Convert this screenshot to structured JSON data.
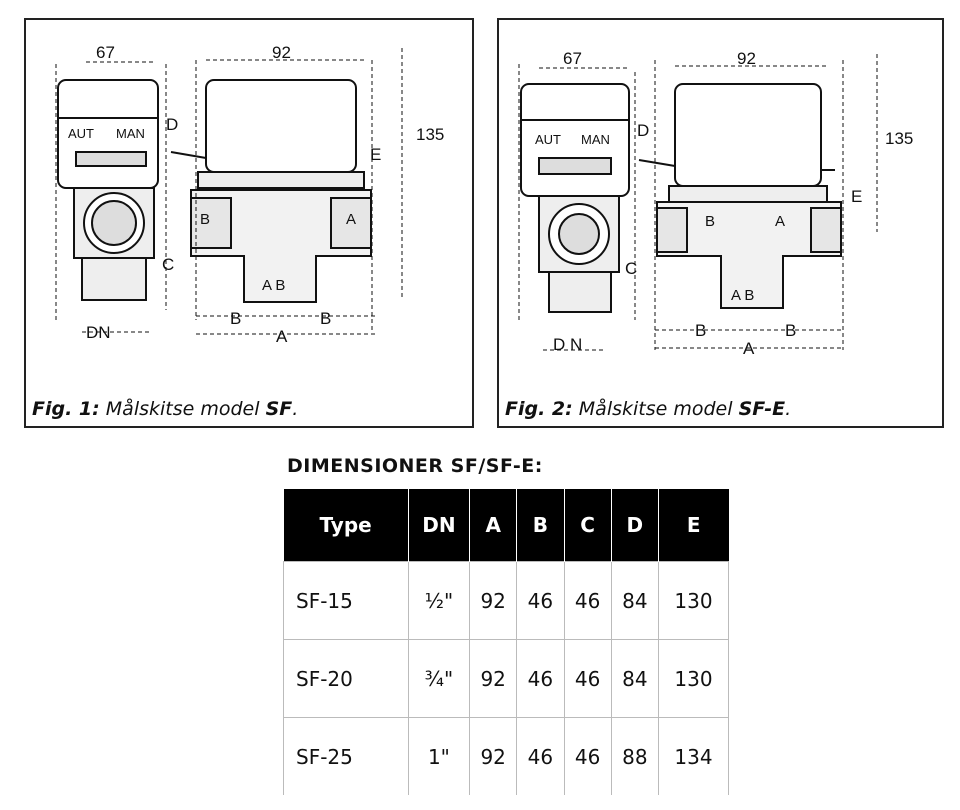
{
  "fig1": {
    "caption_prefix": "Fig. 1:",
    "caption_text": " Målskitse model ",
    "caption_model": "SF",
    "caption_suffix": ".",
    "labels": {
      "width_67": "67",
      "width_92": "92",
      "height_135": "135",
      "aut": "AUT",
      "man": "MAN",
      "d": "D",
      "e": "E",
      "c": "C",
      "dn": "DN",
      "port_b": "B",
      "port_a": "A",
      "port_ab": "A B",
      "dim_b_left": "B",
      "dim_b_right": "B",
      "dim_a": "A"
    }
  },
  "fig2": {
    "caption_prefix": "Fig. 2:",
    "caption_text": " Målskitse model ",
    "caption_model": "SF-E",
    "caption_suffix": ".",
    "labels": {
      "width_67": "67",
      "width_92": "92",
      "height_135": "135",
      "aut": "AUT",
      "man": "MAN",
      "d": "D",
      "e": "E",
      "c": "C",
      "dn": "D N",
      "port_b": "B",
      "port_a": "A",
      "port_ab": "A B",
      "dim_b_left": "B",
      "dim_b_right": "B",
      "dim_a": "A"
    }
  },
  "table": {
    "title": "DIMENSIONER  SF/SF-E:",
    "headers": [
      "Type",
      "DN",
      "A",
      "B",
      "C",
      "D",
      "E"
    ],
    "rows": [
      [
        "SF-15",
        "½\"",
        "92",
        "46",
        "46",
        "84",
        "130"
      ],
      [
        "SF-20",
        "¾\"",
        "92",
        "46",
        "46",
        "84",
        "130"
      ],
      [
        "SF-25",
        "1\"",
        "92",
        "46",
        "46",
        "88",
        "134"
      ]
    ]
  }
}
